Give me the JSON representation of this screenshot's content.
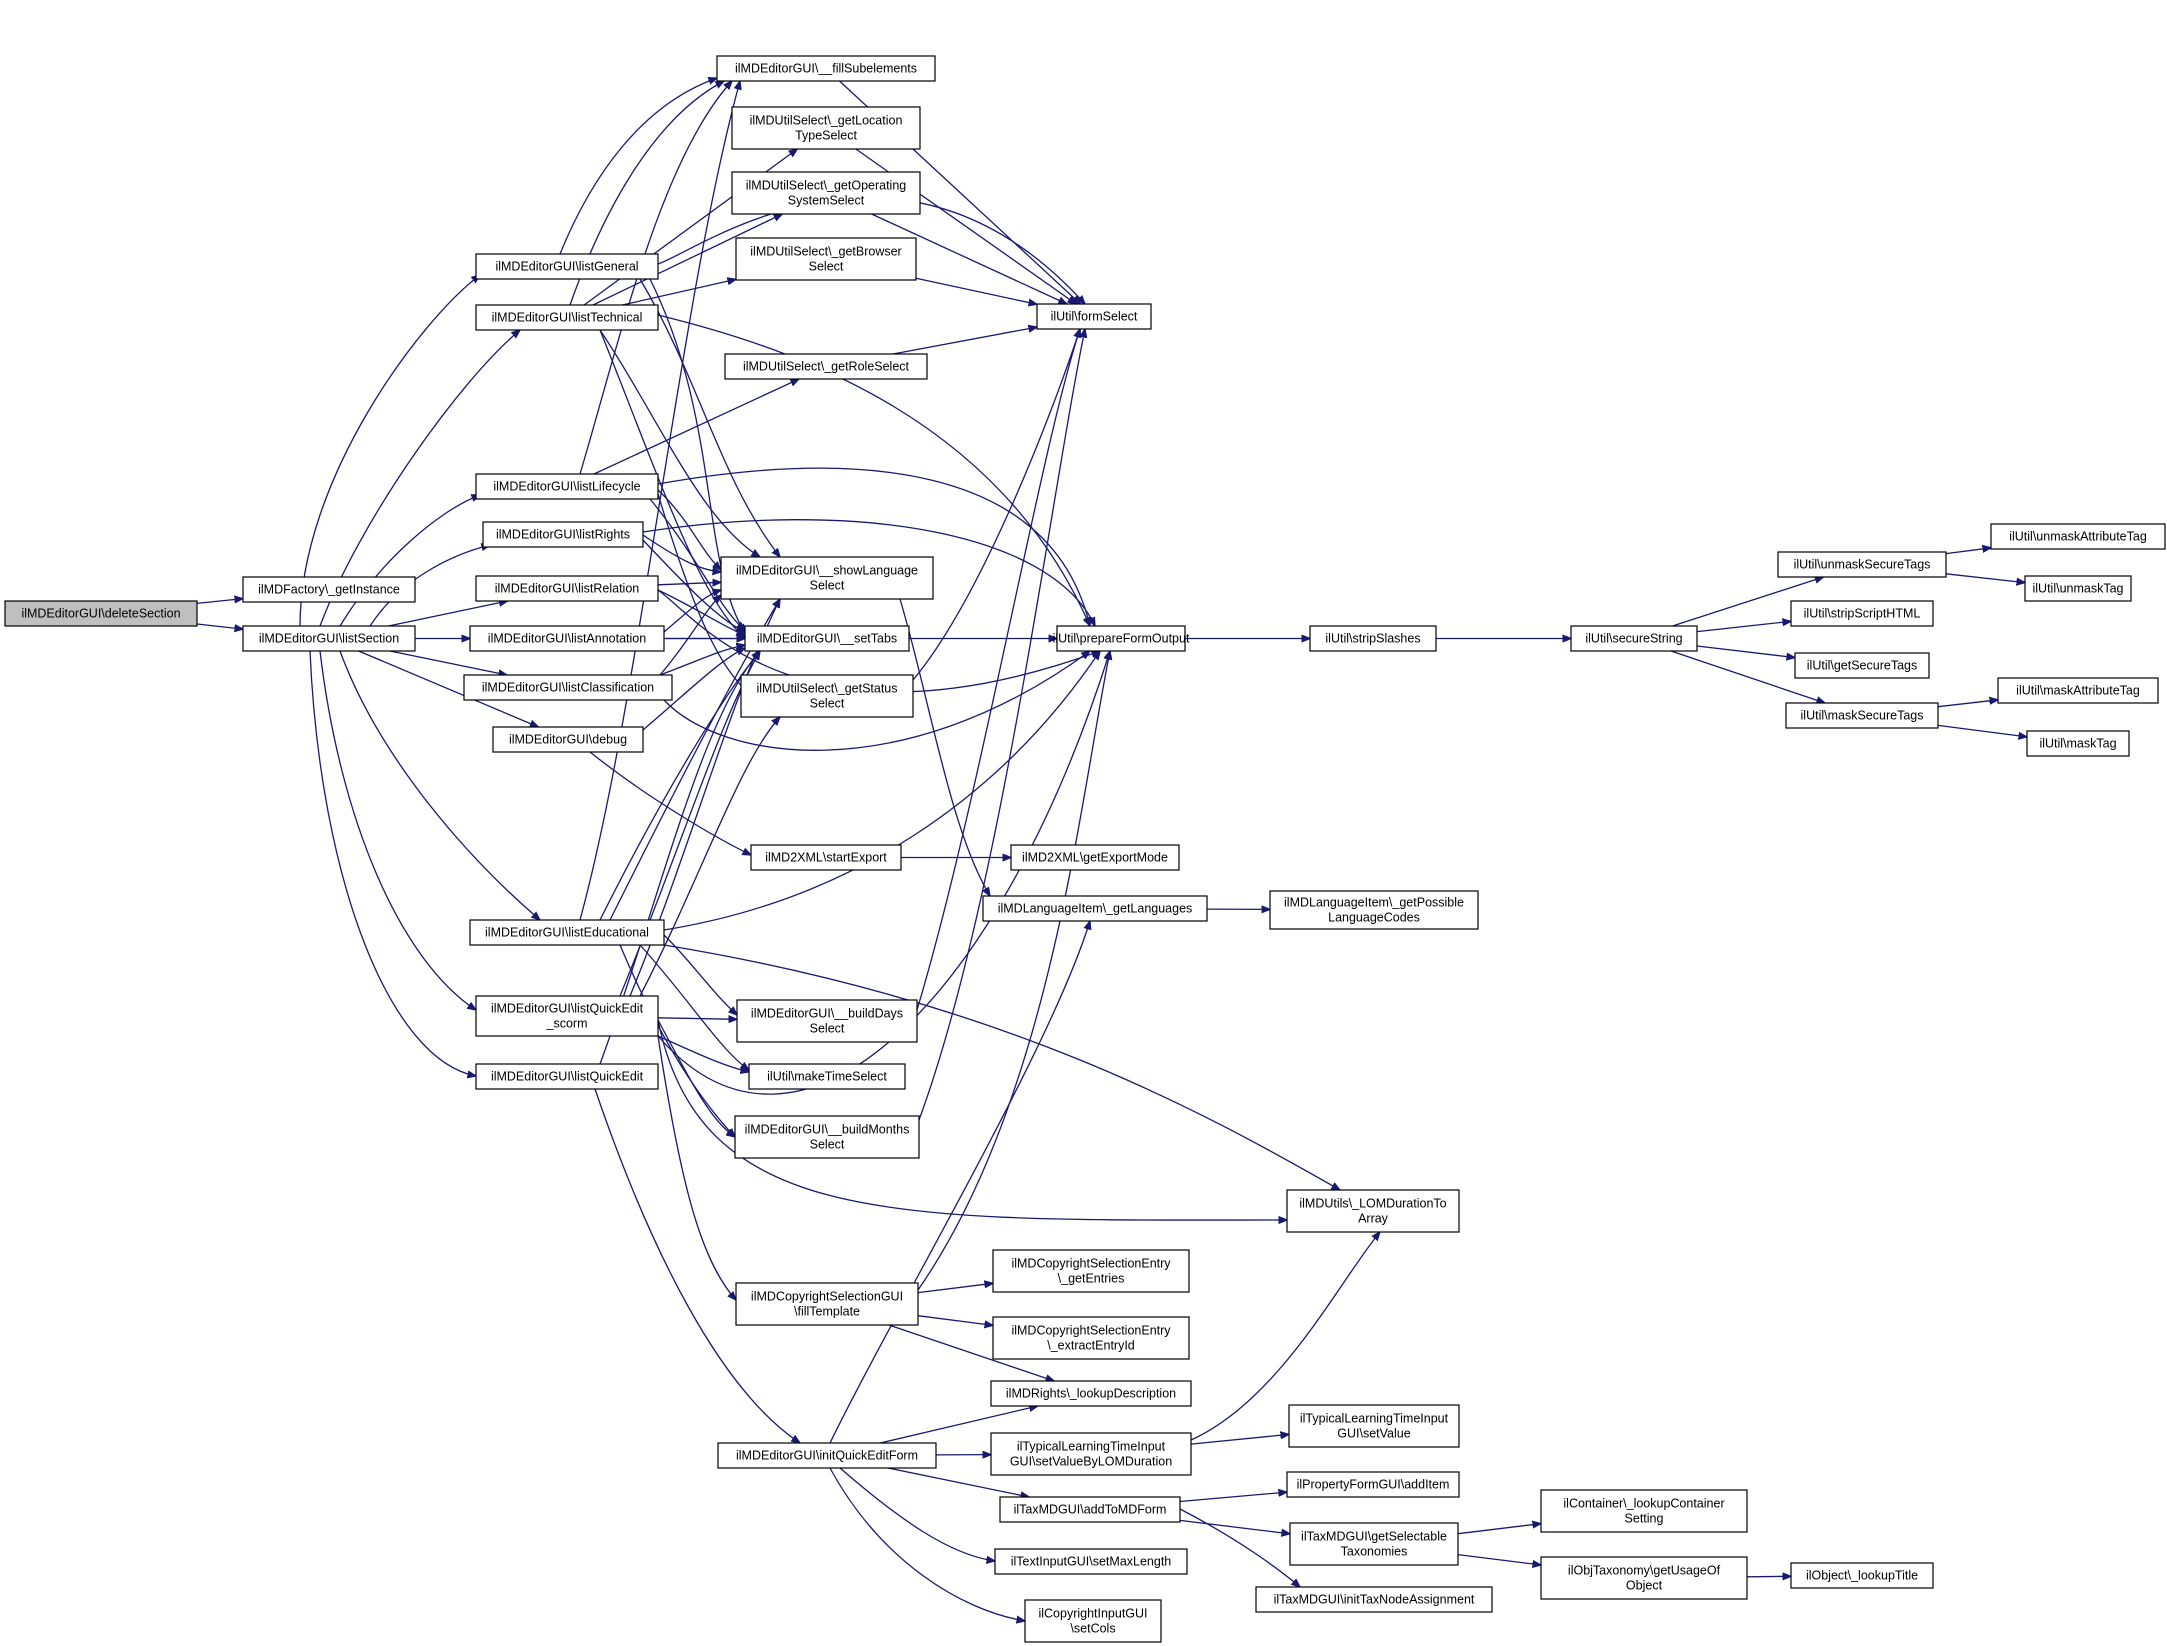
{
  "colors": {
    "edge": "#191970",
    "root_fill": "#bfbfbf",
    "node_fill": "#ffffff",
    "node_stroke": "#000000"
  },
  "nodes": [
    {
      "id": "deleteSection",
      "lines": [
        "ilMDEditorGUI\\deleteSection"
      ]
    },
    {
      "id": "getInstance",
      "lines": [
        "ilMDFactory\\_getInstance"
      ]
    },
    {
      "id": "listSection",
      "lines": [
        "ilMDEditorGUI\\listSection"
      ]
    },
    {
      "id": "listGeneral",
      "lines": [
        "ilMDEditorGUI\\listGeneral"
      ]
    },
    {
      "id": "listTechnical",
      "lines": [
        "ilMDEditorGUI\\listTechnical"
      ]
    },
    {
      "id": "listLifecycle",
      "lines": [
        "ilMDEditorGUI\\listLifecycle"
      ]
    },
    {
      "id": "listRights",
      "lines": [
        "ilMDEditorGUI\\listRights"
      ]
    },
    {
      "id": "listRelation",
      "lines": [
        "ilMDEditorGUI\\listRelation"
      ]
    },
    {
      "id": "listAnnotation",
      "lines": [
        "ilMDEditorGUI\\listAnnotation"
      ]
    },
    {
      "id": "listClassification",
      "lines": [
        "ilMDEditorGUI\\listClassification"
      ]
    },
    {
      "id": "debug",
      "lines": [
        "ilMDEditorGUI\\debug"
      ]
    },
    {
      "id": "listEducational",
      "lines": [
        "ilMDEditorGUI\\listEducational"
      ]
    },
    {
      "id": "listQuickEditScorm",
      "lines": [
        "ilMDEditorGUI\\listQuickEdit",
        "_scorm"
      ]
    },
    {
      "id": "listQuickEdit",
      "lines": [
        "ilMDEditorGUI\\listQuickEdit"
      ]
    },
    {
      "id": "fillSubelements",
      "lines": [
        "ilMDEditorGUI\\__fillSubelements"
      ]
    },
    {
      "id": "getLocationTypeSelect",
      "lines": [
        "ilMDUtilSelect\\_getLocation",
        "TypeSelect"
      ]
    },
    {
      "id": "getOperatingSystemSelect",
      "lines": [
        "ilMDUtilSelect\\_getOperating",
        "SystemSelect"
      ]
    },
    {
      "id": "getBrowserSelect",
      "lines": [
        "ilMDUtilSelect\\_getBrowser",
        "Select"
      ]
    },
    {
      "id": "getRoleSelect",
      "lines": [
        "ilMDUtilSelect\\_getRoleSelect"
      ]
    },
    {
      "id": "showLanguageSelect",
      "lines": [
        "ilMDEditorGUI\\__showLanguage",
        "Select"
      ]
    },
    {
      "id": "setTabs",
      "lines": [
        "ilMDEditorGUI\\__setTabs"
      ]
    },
    {
      "id": "getStatusSelect",
      "lines": [
        "ilMDUtilSelect\\_getStatus",
        "Select"
      ]
    },
    {
      "id": "startExport",
      "lines": [
        "ilMD2XML\\startExport"
      ]
    },
    {
      "id": "buildDaysSelect",
      "lines": [
        "ilMDEditorGUI\\__buildDays",
        "Select"
      ]
    },
    {
      "id": "makeTimeSelect",
      "lines": [
        "ilUtil\\makeTimeSelect"
      ]
    },
    {
      "id": "buildMonthsSelect",
      "lines": [
        "ilMDEditorGUI\\__buildMonths",
        "Select"
      ]
    },
    {
      "id": "fillTemplate",
      "lines": [
        "ilMDCopyrightSelectionGUI",
        "\\fillTemplate"
      ]
    },
    {
      "id": "initQuickEditForm",
      "lines": [
        "ilMDEditorGUI\\initQuickEditForm"
      ]
    },
    {
      "id": "formSelect",
      "lines": [
        "ilUtil\\formSelect"
      ]
    },
    {
      "id": "prepareFormOutput",
      "lines": [
        "ilUtil\\prepareFormOutput"
      ]
    },
    {
      "id": "getExportMode",
      "lines": [
        "ilMD2XML\\getExportMode"
      ]
    },
    {
      "id": "getLanguages",
      "lines": [
        "ilMDLanguageItem\\_getLanguages"
      ]
    },
    {
      "id": "lomDurationToArray",
      "lines": [
        "ilMDUtils\\_LOMDurationTo",
        "Array"
      ]
    },
    {
      "id": "getEntries",
      "lines": [
        "ilMDCopyrightSelectionEntry",
        "\\_getEntries"
      ]
    },
    {
      "id": "extractEntryId",
      "lines": [
        "ilMDCopyrightSelectionEntry",
        "\\_extractEntryId"
      ]
    },
    {
      "id": "lookupDescription",
      "lines": [
        "ilMDRights\\_lookupDescription"
      ]
    },
    {
      "id": "setValueByLOMDuration",
      "lines": [
        "ilTypicalLearningTimeInput",
        "GUI\\setValueByLOMDuration"
      ]
    },
    {
      "id": "addToMDForm",
      "lines": [
        "ilTaxMDGUI\\addToMDForm"
      ]
    },
    {
      "id": "setMaxLength",
      "lines": [
        "ilTextInputGUI\\setMaxLength"
      ]
    },
    {
      "id": "setCols",
      "lines": [
        "ilCopyrightInputGUI",
        "\\setCols"
      ]
    },
    {
      "id": "stripSlashes",
      "lines": [
        "ilUtil\\stripSlashes"
      ]
    },
    {
      "id": "getPossibleLanguageCodes",
      "lines": [
        "ilMDLanguageItem\\_getPossible",
        "LanguageCodes"
      ]
    },
    {
      "id": "setValue",
      "lines": [
        "ilTypicalLearningTimeInput",
        "GUI\\setValue"
      ]
    },
    {
      "id": "addItem",
      "lines": [
        "ilPropertyFormGUI\\addItem"
      ]
    },
    {
      "id": "getSelectableTaxonomies",
      "lines": [
        "ilTaxMDGUI\\getSelectable",
        "Taxonomies"
      ]
    },
    {
      "id": "initTaxNodeAssignment",
      "lines": [
        "ilTaxMDGUI\\initTaxNodeAssignment"
      ]
    },
    {
      "id": "secureString",
      "lines": [
        "ilUtil\\secureString"
      ]
    },
    {
      "id": "lookupContainerSetting",
      "lines": [
        "ilContainer\\_lookupContainer",
        "Setting"
      ]
    },
    {
      "id": "getUsageOfObject",
      "lines": [
        "ilObjTaxonomy\\getUsageOf",
        "Object"
      ]
    },
    {
      "id": "lookupTitle",
      "lines": [
        "ilObject\\_lookupTitle"
      ]
    },
    {
      "id": "unmaskSecureTags",
      "lines": [
        "ilUtil\\unmaskSecureTags"
      ]
    },
    {
      "id": "stripScriptHTML",
      "lines": [
        "ilUtil\\stripScriptHTML"
      ]
    },
    {
      "id": "getSecureTags",
      "lines": [
        "ilUtil\\getSecureTags"
      ]
    },
    {
      "id": "maskSecureTags",
      "lines": [
        "ilUtil\\maskSecureTags"
      ]
    },
    {
      "id": "unmaskAttributeTag",
      "lines": [
        "ilUtil\\unmaskAttributeTag"
      ]
    },
    {
      "id": "unmaskTag",
      "lines": [
        "ilUtil\\unmaskTag"
      ]
    },
    {
      "id": "maskAttributeTag",
      "lines": [
        "ilUtil\\maskAttributeTag"
      ]
    },
    {
      "id": "maskTag",
      "lines": [
        "ilUtil\\maskTag"
      ]
    }
  ],
  "edges": [
    [
      "deleteSection",
      "getInstance"
    ],
    [
      "deleteSection",
      "listSection"
    ],
    [
      "listSection",
      "listGeneral"
    ],
    [
      "listSection",
      "listTechnical"
    ],
    [
      "listSection",
      "listLifecycle"
    ],
    [
      "listSection",
      "listRights"
    ],
    [
      "listSection",
      "listRelation"
    ],
    [
      "listSection",
      "listAnnotation"
    ],
    [
      "listSection",
      "listClassification"
    ],
    [
      "listSection",
      "debug"
    ],
    [
      "listSection",
      "listEducational"
    ],
    [
      "listSection",
      "listQuickEditScorm"
    ],
    [
      "listSection",
      "listQuickEdit"
    ],
    [
      "listGeneral",
      "fillSubelements"
    ],
    [
      "listGeneral",
      "showLanguageSelect"
    ],
    [
      "listGeneral",
      "setTabs"
    ],
    [
      "listGeneral",
      "formSelect"
    ],
    [
      "listTechnical",
      "fillSubelements"
    ],
    [
      "listTechnical",
      "getLocationTypeSelect"
    ],
    [
      "listTechnical",
      "getOperatingSystemSelect"
    ],
    [
      "listTechnical",
      "getBrowserSelect"
    ],
    [
      "listTechnical",
      "showLanguageSelect"
    ],
    [
      "listTechnical",
      "setTabs"
    ],
    [
      "listTechnical",
      "prepareFormOutput"
    ],
    [
      "listLifecycle",
      "fillSubelements"
    ],
    [
      "listLifecycle",
      "getRoleSelect"
    ],
    [
      "listLifecycle",
      "showLanguageSelect"
    ],
    [
      "listLifecycle",
      "setTabs"
    ],
    [
      "listLifecycle",
      "getStatusSelect"
    ],
    [
      "listLifecycle",
      "prepareFormOutput"
    ],
    [
      "listRights",
      "showLanguageSelect"
    ],
    [
      "listRights",
      "setTabs"
    ],
    [
      "listRights",
      "prepareFormOutput"
    ],
    [
      "listRelation",
      "showLanguageSelect"
    ],
    [
      "listRelation",
      "setTabs"
    ],
    [
      "listRelation",
      "prepareFormOutput"
    ],
    [
      "listAnnotation",
      "showLanguageSelect"
    ],
    [
      "listAnnotation",
      "setTabs"
    ],
    [
      "listAnnotation",
      "prepareFormOutput"
    ],
    [
      "listClassification",
      "showLanguageSelect"
    ],
    [
      "listClassification",
      "setTabs"
    ],
    [
      "listClassification",
      "prepareFormOutput"
    ],
    [
      "debug",
      "setTabs"
    ],
    [
      "debug",
      "startExport"
    ],
    [
      "listEducational",
      "fillSubelements"
    ],
    [
      "listEducational",
      "showLanguageSelect"
    ],
    [
      "listEducational",
      "setTabs"
    ],
    [
      "listEducational",
      "buildDaysSelect"
    ],
    [
      "listEducational",
      "makeTimeSelect"
    ],
    [
      "listEducational",
      "buildMonthsSelect"
    ],
    [
      "listEducational",
      "prepareFormOutput"
    ],
    [
      "listEducational",
      "lomDurationToArray"
    ],
    [
      "listQuickEditScorm",
      "showLanguageSelect"
    ],
    [
      "listQuickEditScorm",
      "setTabs"
    ],
    [
      "listQuickEditScorm",
      "getStatusSelect"
    ],
    [
      "listQuickEditScorm",
      "buildDaysSelect"
    ],
    [
      "listQuickEditScorm",
      "makeTimeSelect"
    ],
    [
      "listQuickEditScorm",
      "buildMonthsSelect"
    ],
    [
      "listQuickEditScorm",
      "prepareFormOutput"
    ],
    [
      "listQuickEditScorm",
      "lomDurationToArray"
    ],
    [
      "listQuickEditScorm",
      "fillTemplate"
    ],
    [
      "listQuickEdit",
      "setTabs"
    ],
    [
      "listQuickEdit",
      "initQuickEditForm"
    ],
    [
      "fillSubelements",
      "formSelect"
    ],
    [
      "getLocationTypeSelect",
      "formSelect"
    ],
    [
      "getOperatingSystemSelect",
      "formSelect"
    ],
    [
      "getBrowserSelect",
      "formSelect"
    ],
    [
      "getRoleSelect",
      "formSelect"
    ],
    [
      "getStatusSelect",
      "formSelect"
    ],
    [
      "showLanguageSelect",
      "getLanguages"
    ],
    [
      "buildDaysSelect",
      "formSelect"
    ],
    [
      "buildMonthsSelect",
      "formSelect"
    ],
    [
      "startExport",
      "getExportMode"
    ],
    [
      "fillTemplate",
      "prepareFormOutput"
    ],
    [
      "fillTemplate",
      "getEntries"
    ],
    [
      "fillTemplate",
      "extractEntryId"
    ],
    [
      "fillTemplate",
      "lookupDescription"
    ],
    [
      "initQuickEditForm",
      "getLanguages"
    ],
    [
      "initQuickEditForm",
      "lookupDescription"
    ],
    [
      "initQuickEditForm",
      "setValueByLOMDuration"
    ],
    [
      "initQuickEditForm",
      "addToMDForm"
    ],
    [
      "initQuickEditForm",
      "setMaxLength"
    ],
    [
      "initQuickEditForm",
      "setCols"
    ],
    [
      "setValueByLOMDuration",
      "lomDurationToArray"
    ],
    [
      "setValueByLOMDuration",
      "setValue"
    ],
    [
      "addToMDForm",
      "addItem"
    ],
    [
      "addToMDForm",
      "getSelectableTaxonomies"
    ],
    [
      "addToMDForm",
      "initTaxNodeAssignment"
    ],
    [
      "getSelectableTaxonomies",
      "lookupContainerSetting"
    ],
    [
      "getSelectableTaxonomies",
      "getUsageOfObject"
    ],
    [
      "getUsageOfObject",
      "lookupTitle"
    ],
    [
      "getLanguages",
      "getPossibleLanguageCodes"
    ],
    [
      "prepareFormOutput",
      "stripSlashes"
    ],
    [
      "stripSlashes",
      "secureString"
    ],
    [
      "secureString",
      "unmaskSecureTags"
    ],
    [
      "secureString",
      "stripScriptHTML"
    ],
    [
      "secureString",
      "getSecureTags"
    ],
    [
      "secureString",
      "maskSecureTags"
    ],
    [
      "unmaskSecureTags",
      "unmaskAttributeTag"
    ],
    [
      "unmaskSecureTags",
      "unmaskTag"
    ],
    [
      "maskSecureTags",
      "maskAttributeTag"
    ],
    [
      "maskSecureTags",
      "maskTag"
    ]
  ]
}
